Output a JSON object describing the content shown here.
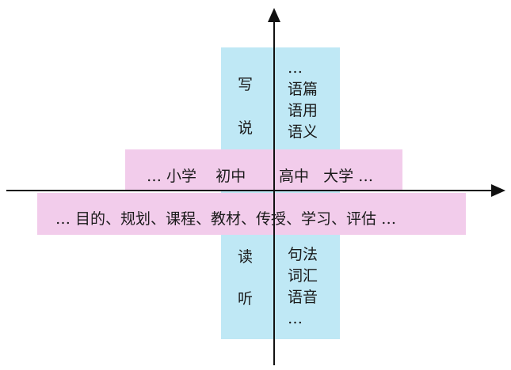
{
  "colors": {
    "vertical_band": "#bfe8f5",
    "horizontal_bands": "#f2cceb",
    "axis": "#111111",
    "text": "#1a1a1a"
  },
  "upper": {
    "left_label_1": "写",
    "left_label_2": "说",
    "right_stack": [
      "…",
      "语篇",
      "语用",
      "语义"
    ]
  },
  "lower": {
    "left_label_1": "读",
    "left_label_2": "听",
    "right_stack": [
      "句法",
      "词汇",
      "语音",
      "…"
    ]
  },
  "stages_row": {
    "left": "… 小学    初中",
    "right": "高中   大学 …"
  },
  "process_row": "… 目的、规划、课程、教材、传授、学习、评估 …"
}
